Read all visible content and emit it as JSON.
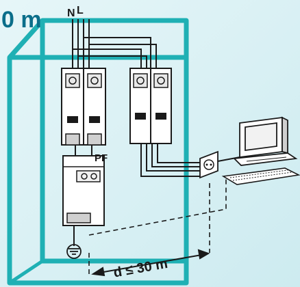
{
  "labels": {
    "distance_top": "0 m",
    "neutral": "N",
    "line": "L",
    "pf": "PF",
    "distance_bottom": "d ≤ 30 m"
  },
  "colors": {
    "background": "#dff2f6",
    "enclosure": "#1fb0b4",
    "accent_text": "#0a6e8a",
    "device_fill": "#ffffff",
    "wire": "#1a1a1a"
  },
  "icons": [
    "earth-ground-icon",
    "socket-outlet-icon",
    "computer-monitor-icon",
    "keyboard-icon"
  ]
}
